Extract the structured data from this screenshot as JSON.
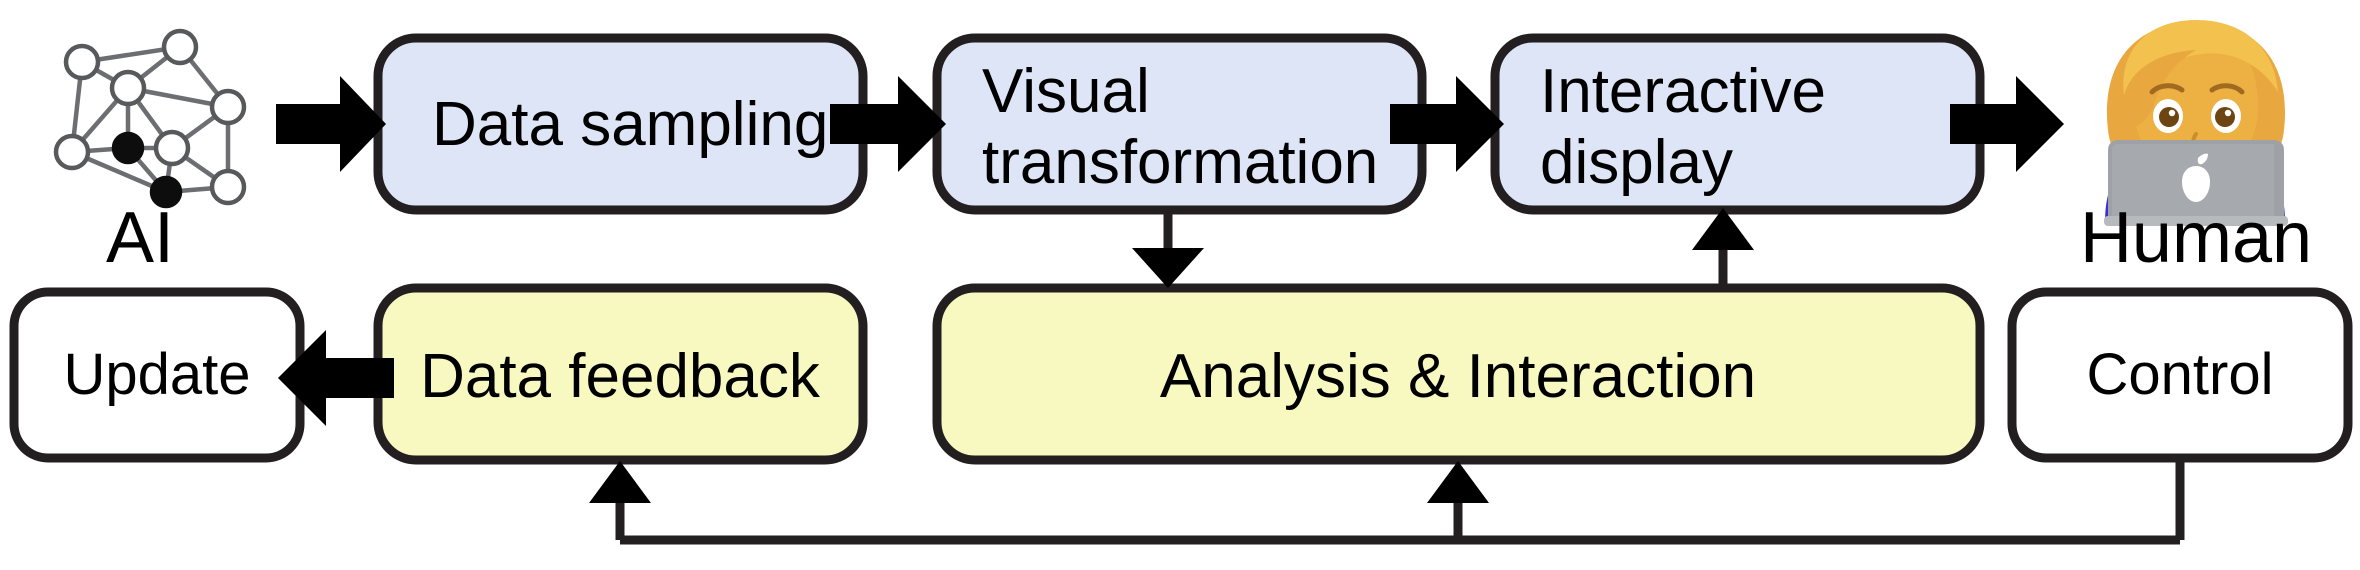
{
  "diagram": {
    "title": "Human-AI visual analytics loop",
    "colors": {
      "box_blue": "#dde5f6",
      "box_yellow": "#f7f9c0",
      "box_white": "#ffffff",
      "stroke_dark": "#231f20",
      "arrow_black": "#000000",
      "graph_node_gray": "#6d6e71"
    },
    "endpoints": [
      {
        "id": "ai",
        "label": "AI",
        "icon": "graph-network-icon"
      },
      {
        "id": "human",
        "label": "Human",
        "icon": "woman-technologist-emoji"
      }
    ],
    "top_row": [
      {
        "id": "data-sampling",
        "label": "Data sampling",
        "fill": "#dde5f6",
        "lines": [
          "Data sampling"
        ]
      },
      {
        "id": "visual-transformation",
        "label": "Visual transformation",
        "fill": "#dde5f6",
        "lines": [
          "Visual",
          "transformation"
        ]
      },
      {
        "id": "interactive-display",
        "label": "Interactive display",
        "fill": "#dde5f6",
        "lines": [
          "Interactive",
          "display"
        ]
      }
    ],
    "bottom_row": [
      {
        "id": "update",
        "label": "Update",
        "fill": "#ffffff",
        "lines": [
          "Update"
        ]
      },
      {
        "id": "data-feedback",
        "label": "Data feedback",
        "fill": "#f7f9c0",
        "lines": [
          "Data feedback"
        ]
      },
      {
        "id": "analysis-interaction",
        "label": "Analysis & Interaction",
        "fill": "#f7f9c0",
        "lines": [
          "Analysis & Interaction"
        ]
      },
      {
        "id": "control",
        "label": "Control",
        "fill": "#ffffff",
        "lines": [
          "Control"
        ]
      }
    ],
    "connectors": [
      {
        "id": "ai-to-data-sampling",
        "style": "thick-block-arrow",
        "direction": "right",
        "from": "ai",
        "to": "data-sampling"
      },
      {
        "id": "data-sampling-to-visual-transformation",
        "style": "thick-block-arrow",
        "direction": "right",
        "from": "data-sampling",
        "to": "visual-transformation"
      },
      {
        "id": "visual-transformation-to-interactive-display",
        "style": "thick-block-arrow",
        "direction": "right",
        "from": "visual-transformation",
        "to": "interactive-display"
      },
      {
        "id": "interactive-display-to-human",
        "style": "thick-block-arrow",
        "direction": "right",
        "from": "interactive-display",
        "to": "human"
      },
      {
        "id": "data-feedback-to-update",
        "style": "thick-block-arrow",
        "direction": "left",
        "from": "data-feedback",
        "to": "update"
      },
      {
        "id": "visual-transformation-to-analysis",
        "style": "thin-arrow",
        "direction": "down",
        "from": "visual-transformation",
        "to": "analysis-interaction"
      },
      {
        "id": "analysis-to-interactive-display",
        "style": "thin-arrow",
        "direction": "up",
        "from": "analysis-interaction",
        "to": "interactive-display"
      },
      {
        "id": "control-to-analysis",
        "style": "thin-elbow-arrow",
        "direction": "up",
        "from": "control",
        "to": "analysis-interaction"
      },
      {
        "id": "control-to-data-feedback",
        "style": "thin-elbow-arrow",
        "direction": "up",
        "from": "control",
        "to": "data-feedback"
      }
    ]
  }
}
